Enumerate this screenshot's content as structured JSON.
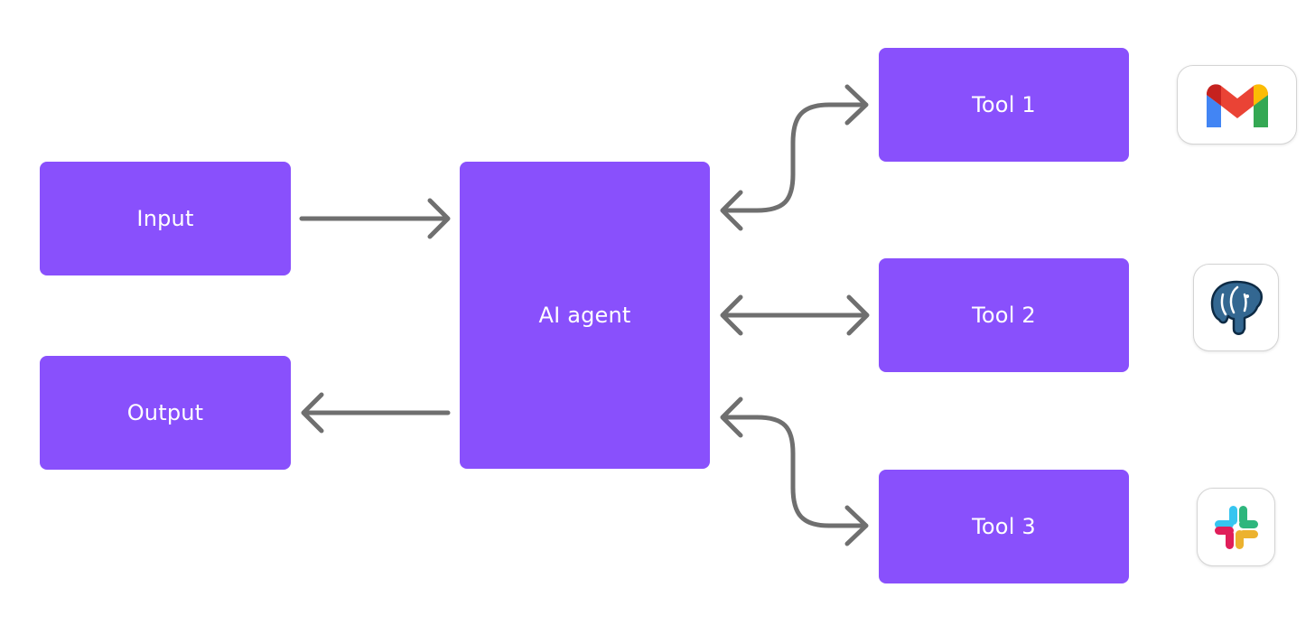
{
  "nodes": {
    "input": "Input",
    "output": "Output",
    "agent": "AI agent",
    "tool1": "Tool 1",
    "tool2": "Tool 2",
    "tool3": "Tool 3"
  },
  "icons": {
    "tool1": "gmail-icon",
    "tool2": "postgresql-icon",
    "tool3": "slack-icon"
  },
  "colors": {
    "node_fill": "#8950fc",
    "node_text": "#ffffff",
    "arrow": "#6f6f6f"
  }
}
